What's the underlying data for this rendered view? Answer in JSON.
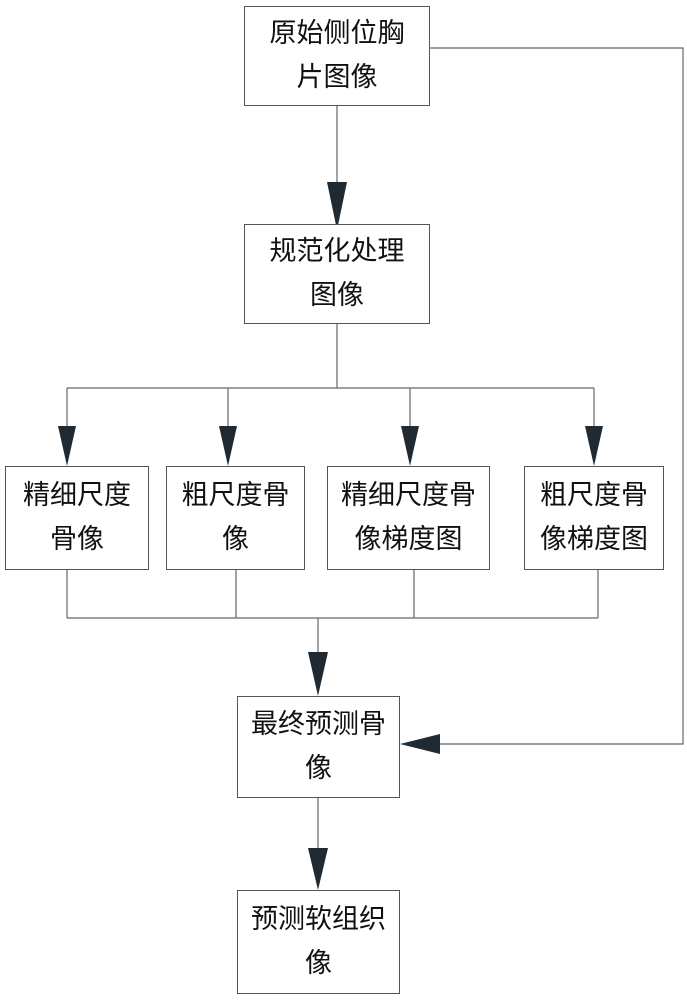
{
  "nodes": {
    "original": {
      "line1": "原始侧位胸",
      "line2": "片图像"
    },
    "normalized": {
      "line1": "规范化处理",
      "line2": "图像"
    },
    "fine_bone": {
      "line1": "精细尺度",
      "line2": "骨像"
    },
    "coarse_bone": {
      "line1": "粗尺度骨",
      "line2": "像"
    },
    "fine_grad": {
      "line1": "精细尺度骨",
      "line2": "像梯度图"
    },
    "coarse_grad": {
      "line1": "粗尺度骨",
      "line2": "像梯度图"
    },
    "final": {
      "line1": "最终预测骨",
      "line2": "像"
    },
    "soft": {
      "line1": "预测软组织",
      "line2": "像"
    }
  },
  "colors": {
    "line": "#666666",
    "arrow": "#1f2a33"
  }
}
